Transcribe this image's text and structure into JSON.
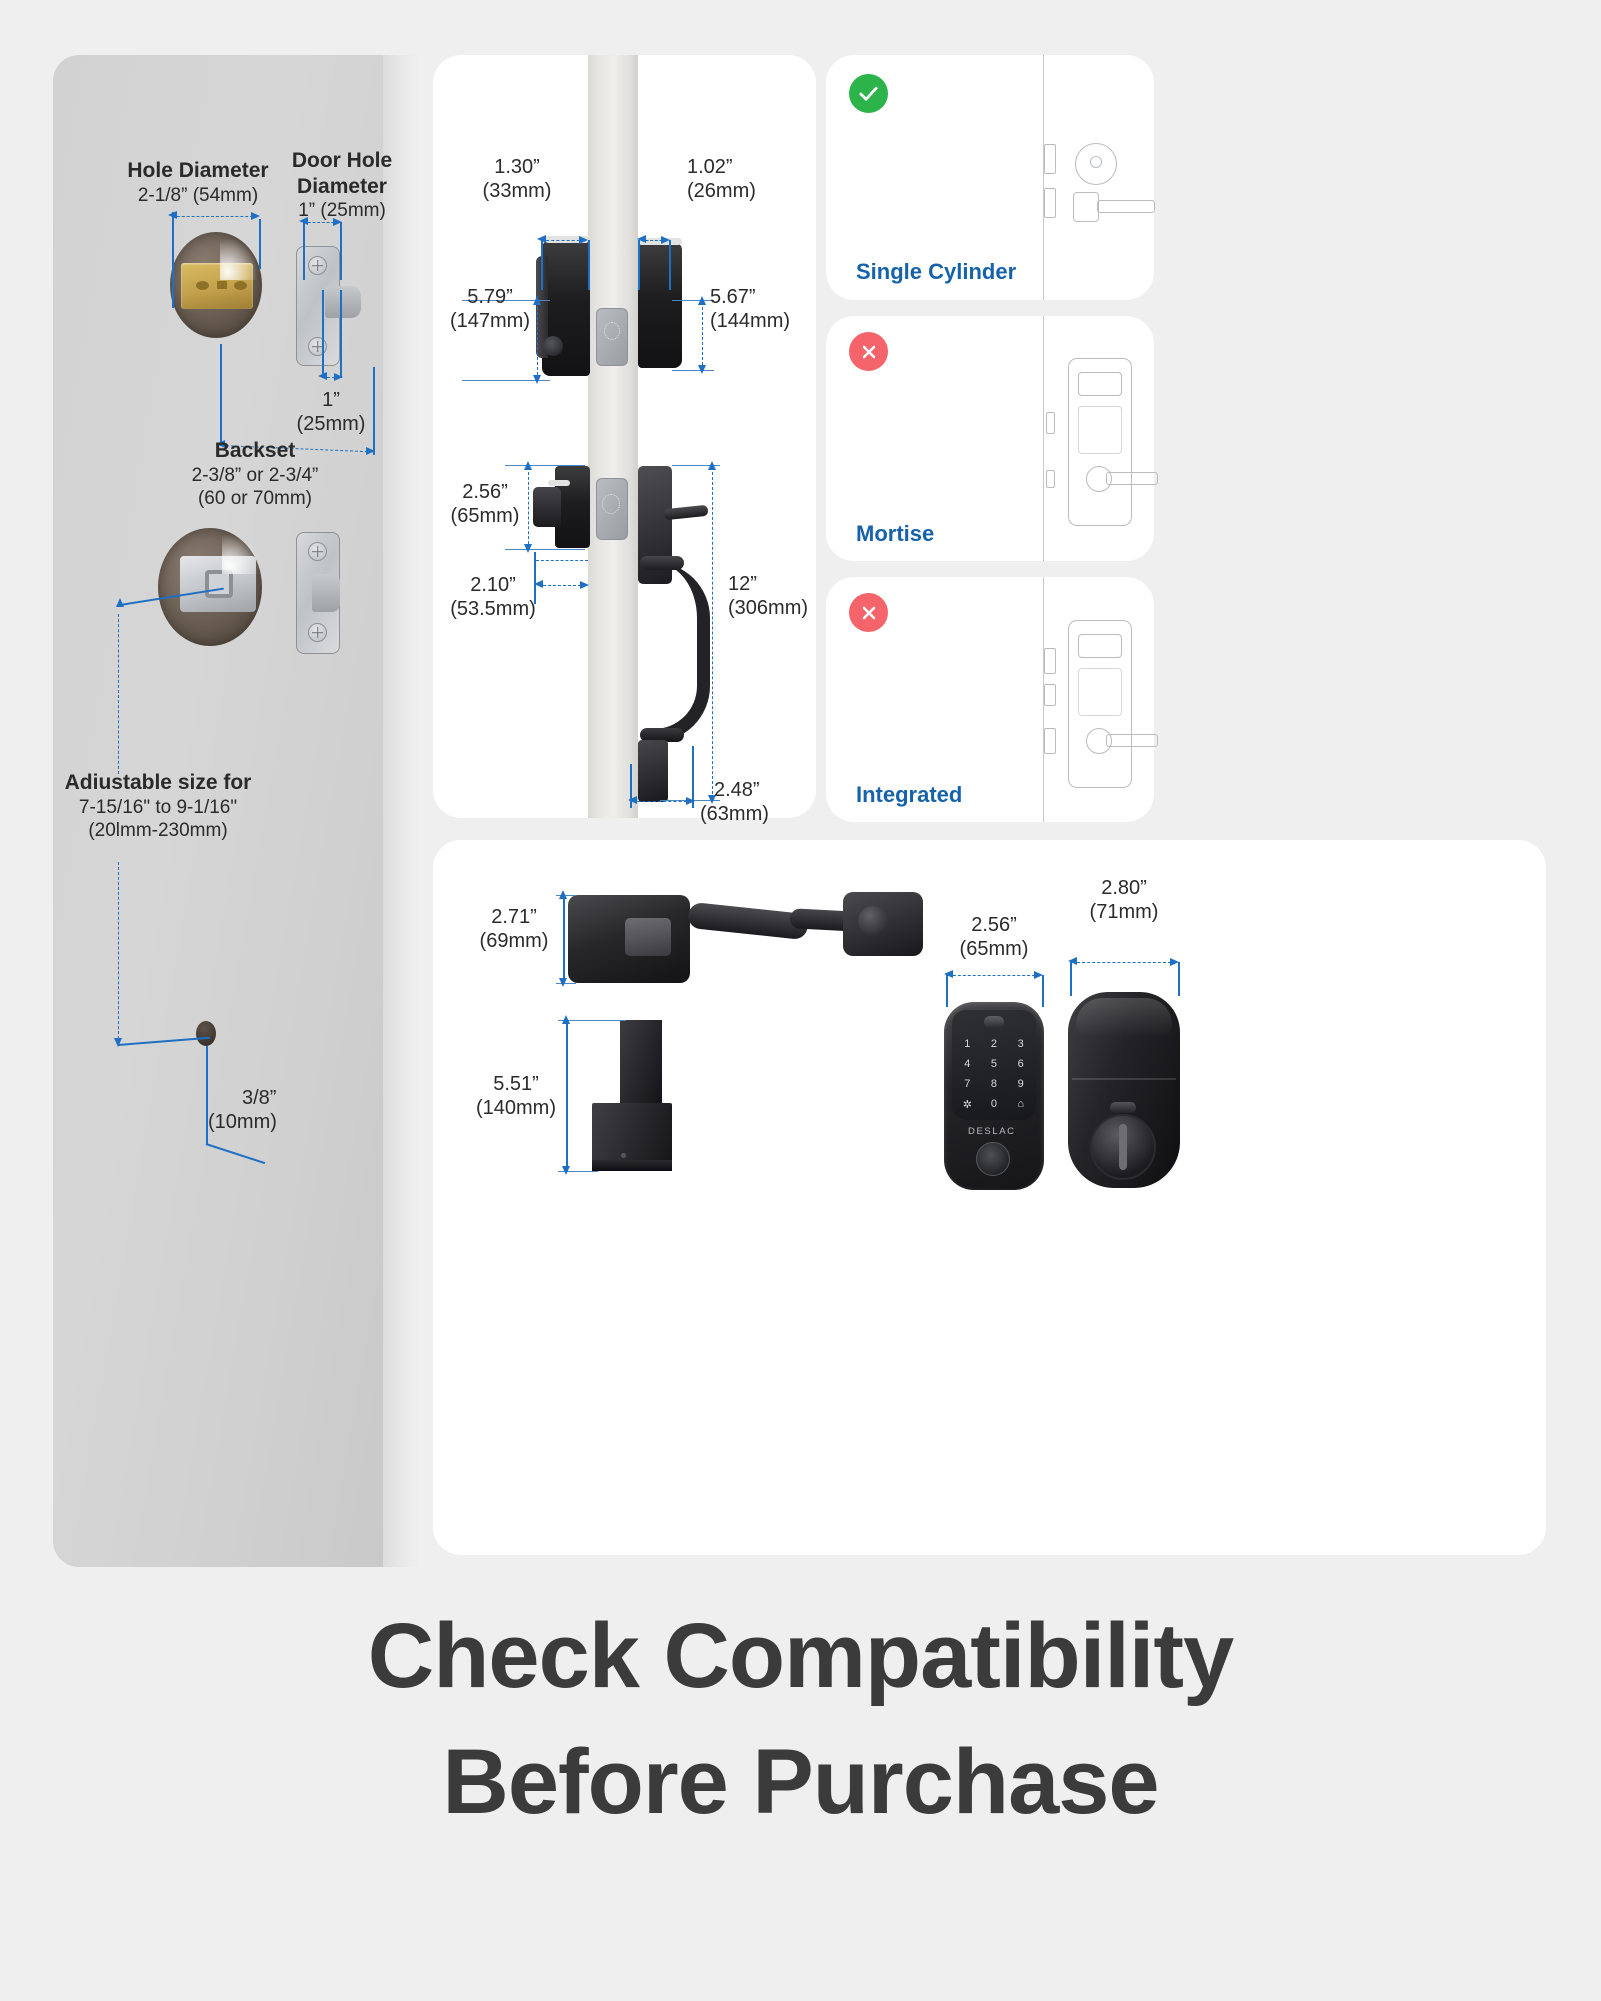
{
  "headline": {
    "line1": "Check Compatibility",
    "line2": "Before Purchase"
  },
  "left_panel": {
    "name": "door-cross-section-panel",
    "labels": [
      {
        "id": "hole-diameter",
        "title": "Hole Diameter",
        "value": "2-1/8” (54mm)"
      },
      {
        "id": "door-hole-diameter",
        "title": "Door Hole\nDiameter",
        "title_l1": "Door Hole",
        "title_l2": "Diameter",
        "value": "1” (25mm)"
      },
      {
        "id": "latch-thickness",
        "title": "",
        "value_l1": "1”",
        "value_l2": "(25mm)"
      },
      {
        "id": "backset",
        "title": "Backset",
        "value_l1": "2-3/8” or 2-3/4”",
        "value_l2": "(60 or 70mm)"
      },
      {
        "id": "adjustable-size",
        "title": "Adiustable size for",
        "value_l1": "7-15/16\" to 9-1/16\"",
        "value_l2": "(20lmm-230mm)"
      },
      {
        "id": "cable-hole",
        "title": "",
        "value_l1": "3/8”",
        "value_l2": "(10mm)"
      }
    ]
  },
  "center_panel": {
    "name": "lock-dimensions-panel",
    "dims": [
      {
        "id": "front-escutcheon-depth",
        "value_l1": "1.30”",
        "value_l2": "(33mm)"
      },
      {
        "id": "rear-escutcheon-depth",
        "value_l1": "1.02”",
        "value_l2": "(26mm)"
      },
      {
        "id": "keypad-height",
        "value_l1": "5.79”",
        "value_l2": "(147mm)"
      },
      {
        "id": "interior-height",
        "value_l1": "5.67”",
        "value_l2": "(144mm)"
      },
      {
        "id": "deadbolt-height",
        "value_l1": "2.56”",
        "value_l2": "(65mm)"
      },
      {
        "id": "deadbolt-depth",
        "value_l1": "2.10”",
        "value_l2": "(53.5mm)"
      },
      {
        "id": "handleset-height",
        "value_l1": "12”",
        "value_l2": "(306mm)"
      },
      {
        "id": "handle-projection",
        "value_l1": "2.48”",
        "value_l2": "(63mm)"
      }
    ]
  },
  "compatibility": {
    "name": "door-lock-type-compatibility",
    "cards": [
      {
        "id": "single-cylinder",
        "label": "Single Cylinder",
        "status": "compatible",
        "icon": "check-icon"
      },
      {
        "id": "mortise",
        "label": "Mortise",
        "status": "not-compatible",
        "icon": "cross-icon"
      },
      {
        "id": "integrated",
        "label": "Integrated",
        "status": "not-compatible",
        "icon": "cross-icon"
      }
    ]
  },
  "bottom_panel": {
    "name": "component-dimensions-panel",
    "dims": [
      {
        "id": "handle-lever-height",
        "value_l1": "2.71”",
        "value_l2": "(69mm)"
      },
      {
        "id": "handle-grip-height",
        "value_l1": "5.51”",
        "value_l2": "(140mm)"
      },
      {
        "id": "keypad-width",
        "value_l1": "2.56”",
        "value_l2": "(65mm)"
      },
      {
        "id": "deadbolt-width",
        "value_l1": "2.80”",
        "value_l2": "(71mm)"
      }
    ],
    "keypad_brand": "DESLAC",
    "keypad_keys": [
      "1",
      "2",
      "3",
      "4",
      "5",
      "6",
      "7",
      "8",
      "9",
      "✲",
      "0",
      "⌂"
    ]
  },
  "colors": {
    "background": "#efefef",
    "card": "#ffffff",
    "dimension_blue": "#1f6fc4",
    "title_blue": "#1763ab",
    "ok_green": "#2cb34a",
    "no_red": "#f4646a",
    "text_dark": "#2a2a2a",
    "headline": "#3b3b3b"
  }
}
